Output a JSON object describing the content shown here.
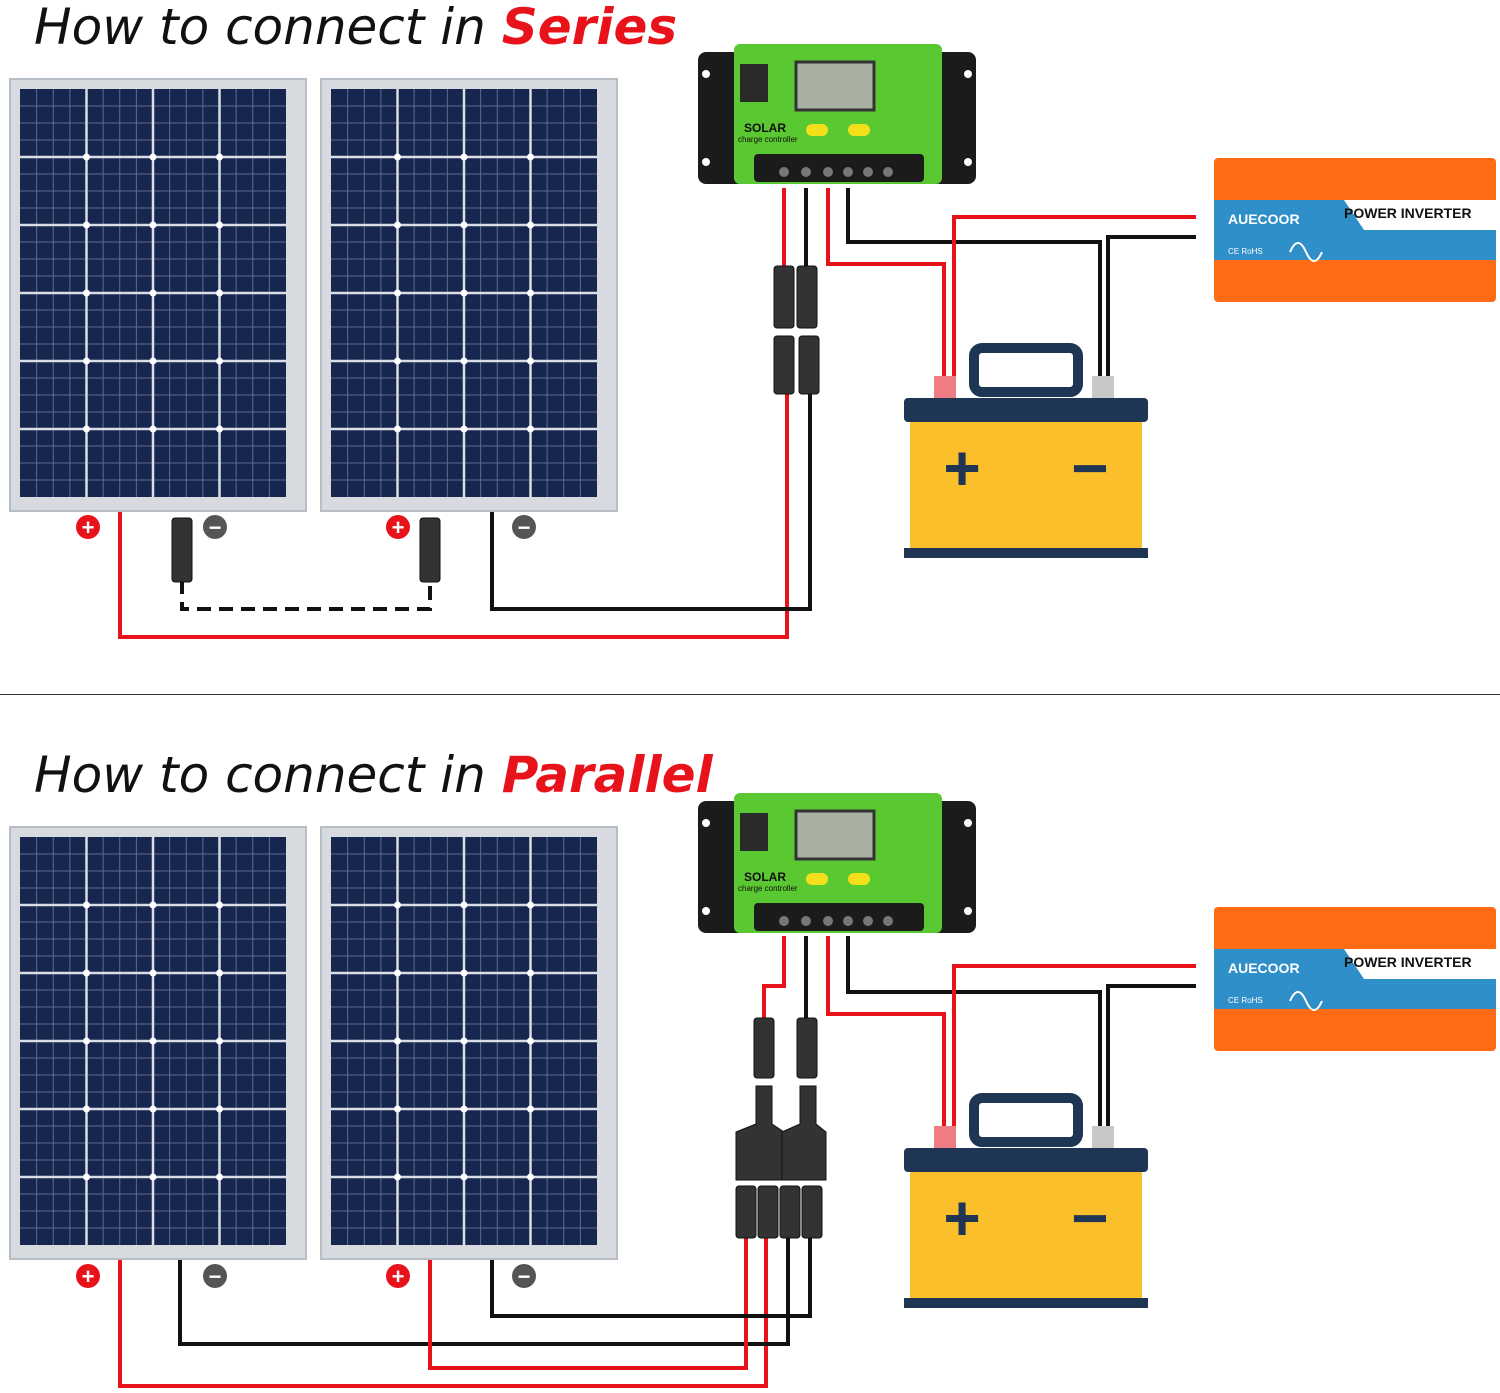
{
  "headings": {
    "series_prefix": "How to connect in ",
    "series_accent": "Series",
    "parallel_prefix": "How to connect in ",
    "parallel_accent": "Parallel"
  },
  "controller": {
    "brand": "SOLAR",
    "subtitle": "charge controller"
  },
  "inverter": {
    "brand": "AUECOOR",
    "title": "POWER INVERTER",
    "marks": "CE RoHS"
  },
  "battery": {
    "plus": "+",
    "minus": "−"
  },
  "terminals": {
    "plus": "+",
    "minus": "−"
  },
  "colors": {
    "accent_red": "#e8121a",
    "wire_red": "#e8121a",
    "wire_black": "#111111",
    "panel_cells": "#17264f",
    "panel_frame": "#d7dbe0",
    "controller_green": "#5ac831",
    "inverter_orange": "#ff6a14",
    "inverter_blue": "#2f8fc8",
    "battery_yellow": "#fbbf2b",
    "battery_top": "#1e3554"
  }
}
